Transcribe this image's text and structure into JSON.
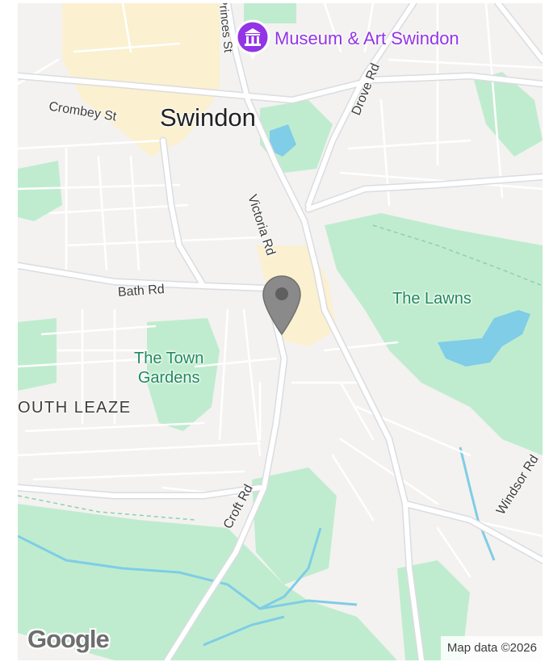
{
  "map": {
    "city_label": "Swindon",
    "area_label": "OUTH LEAZE",
    "poi": {
      "label": "Museum & Art Swindon",
      "icon": "museum-icon",
      "color": "#9334e6"
    },
    "roads": {
      "princes_st": "Princes St",
      "crombey_st": "Crombey St",
      "drove_rd": "Drove Rd",
      "victoria_rd": "Victoria Rd",
      "bath_rd": "Bath Rd",
      "croft_rd": "Croft Rd",
      "windsor_rd": "Windsor Rd"
    },
    "parks": {
      "the_lawns": "The Lawns",
      "town_gardens_line1": "The Town",
      "town_gardens_line2": "Gardens"
    },
    "marker": {
      "icon": "location-pin-icon",
      "color": "#8a8a8a"
    },
    "logo": "Google",
    "attribution": "Map data ©2026",
    "colors": {
      "land": "#f3f2f0",
      "park": "#bfeccf",
      "water": "#7fcde6",
      "urban": "#fbf0d0",
      "road": "#ffffff"
    }
  }
}
